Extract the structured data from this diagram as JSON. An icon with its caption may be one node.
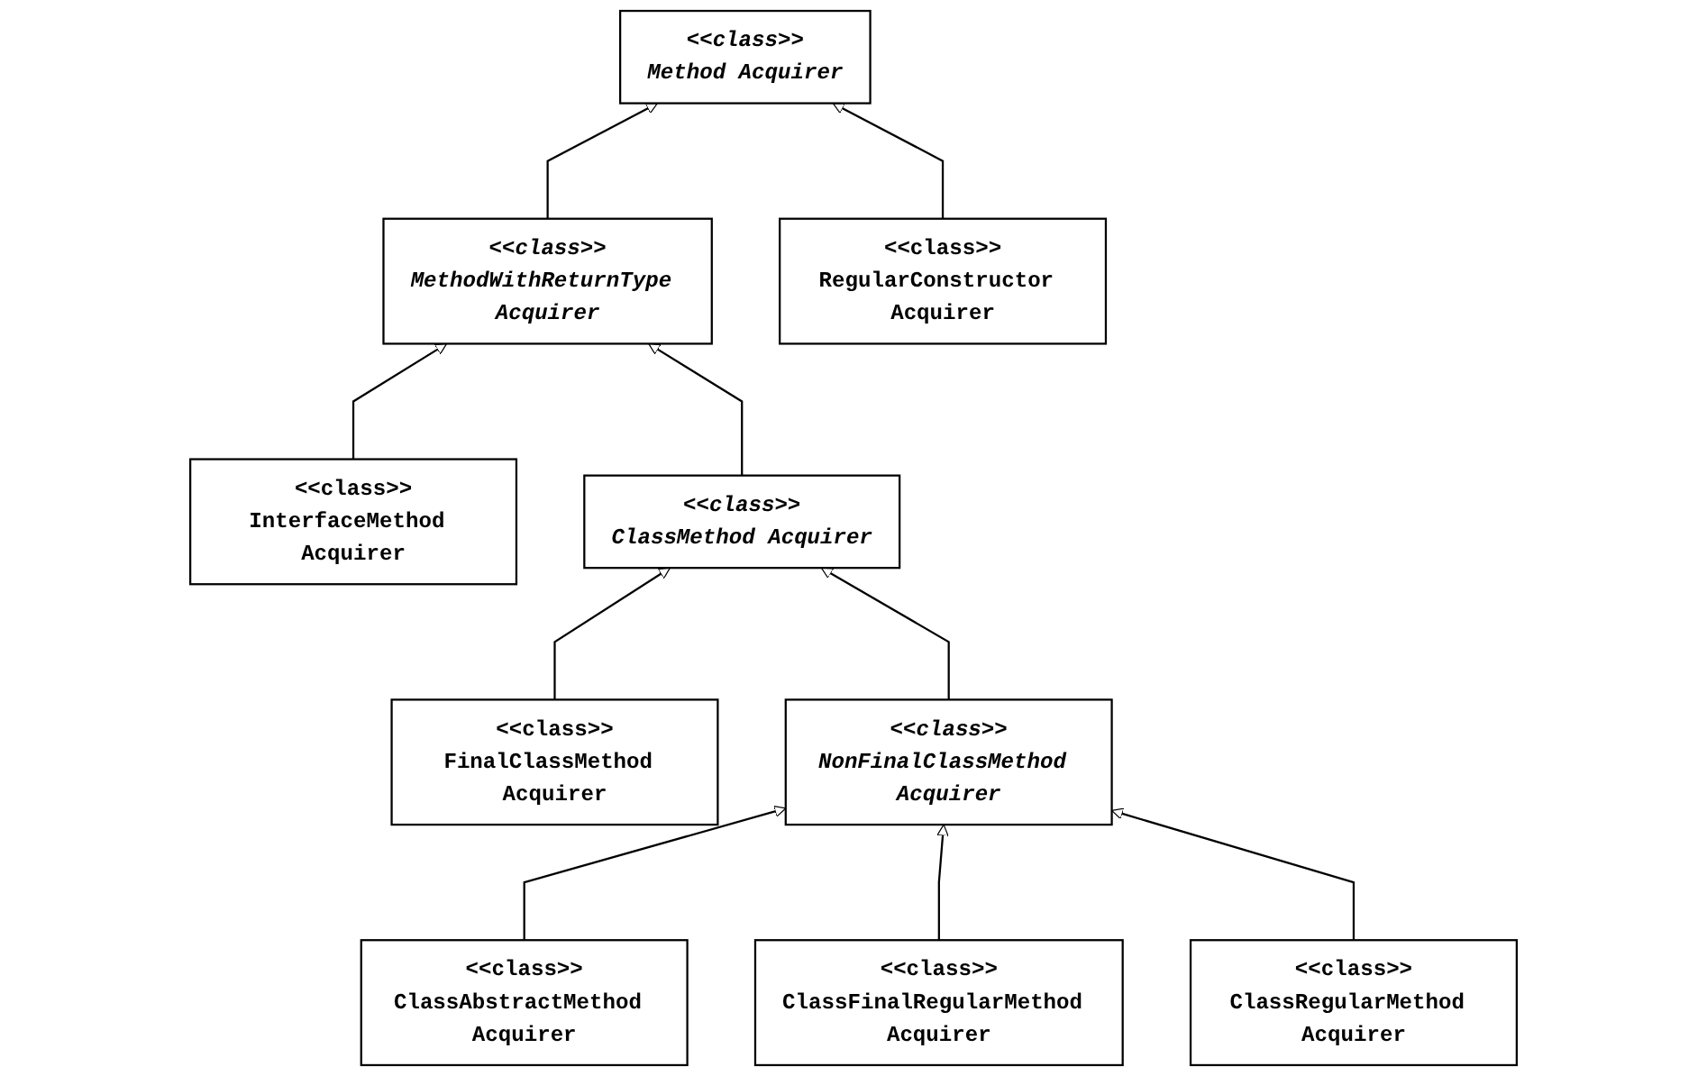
{
  "diagram": {
    "nodes": [
      {
        "text": [
          "<<class>>",
          "Method Acquirer"
        ]
      },
      {
        "text": [
          "<<class>>",
          "MethodWithReturnType Acquirer"
        ]
      },
      {
        "text": [
          "<<class>>",
          "RegularConstructor Acquirer"
        ]
      },
      {
        "text": [
          "<<class>>",
          "InterfaceMethod Acquirer"
        ]
      },
      {
        "text": [
          "<<class>>",
          "ClassMethod Acquirer"
        ]
      },
      {
        "text": [
          "<<class>>",
          "FinalClassMethod Acquirer"
        ]
      },
      {
        "text": [
          "<<class>>",
          "NonFinalClassMethod Acquirer"
        ]
      },
      {
        "text": [
          "<<class>>",
          "ClassAbstractMethod Acquirer"
        ]
      },
      {
        "text": [
          "<<class>>",
          "ClassFinalRegularMethod Acquirer"
        ]
      },
      {
        "text": [
          "<<class>>",
          "ClassRegularMethod Acquirer"
        ]
      }
    ],
    "edges": [
      {
        "from": 1,
        "to": 0,
        "arrow": "to"
      },
      {
        "from": 2,
        "to": 0,
        "arrow": "to"
      },
      {
        "from": 3,
        "to": 1,
        "arrow": "to"
      },
      {
        "from": 4,
        "to": 1,
        "arrow": "to"
      },
      {
        "from": 5,
        "to": 4,
        "arrow": "to"
      },
      {
        "from": 6,
        "to": 4,
        "arrow": "to"
      },
      {
        "from": 7,
        "to": 6,
        "arrow": "to"
      },
      {
        "from": 8,
        "to": 6,
        "arrow": "to"
      },
      {
        "from": 9,
        "to": 6,
        "arrow": "to"
      }
    ]
  }
}
